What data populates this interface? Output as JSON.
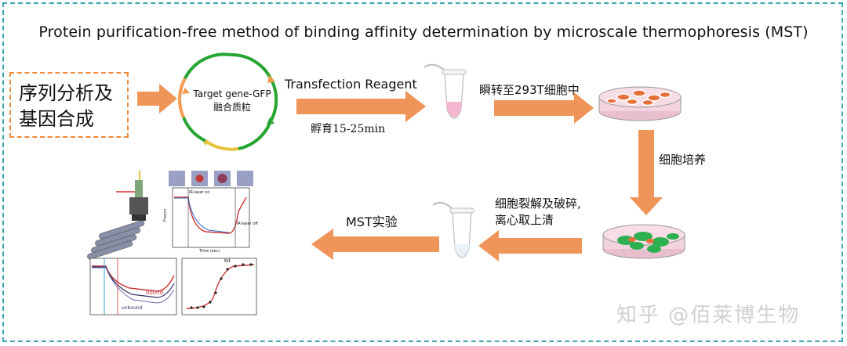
{
  "title": "Protein purification-free method of binding affinity determination by microscale thermophoresis (MST)",
  "nodes": {
    "sequence_line1": "序列分析及",
    "sequence_line2": "基因合成",
    "plasmid_line1": "Target gene-GFP",
    "plasmid_line2": "融合质粒"
  },
  "edge_labels": {
    "transfection_reagent": "Transfection Reagent",
    "incubate": "孵育15-25min",
    "transient": "瞬转至293T细胞中",
    "culture": "细胞培养",
    "lysis_line1": "细胞裂解及破碎,",
    "lysis_line2": "离心取上清",
    "mst": "MST实验"
  },
  "figure_labels": {
    "laser_on": "IR-laser on",
    "laser_off": "IR-laser off",
    "bound": "bound",
    "unbound": "unbound",
    "fnorm": "Fnorm",
    "time": "Time (sec)",
    "kd": "Kd"
  },
  "watermark": "知乎 @佰莱博生物",
  "colors": {
    "arrow": "#f0955a",
    "frame": "#3aa6b0",
    "plasmid_green": "#27a532",
    "plasmid_orange": "#f29a50",
    "plasmid_yellow": "#e8c23a",
    "dish_pink": "#f3c8d5",
    "gfp_green": "#2db050"
  }
}
